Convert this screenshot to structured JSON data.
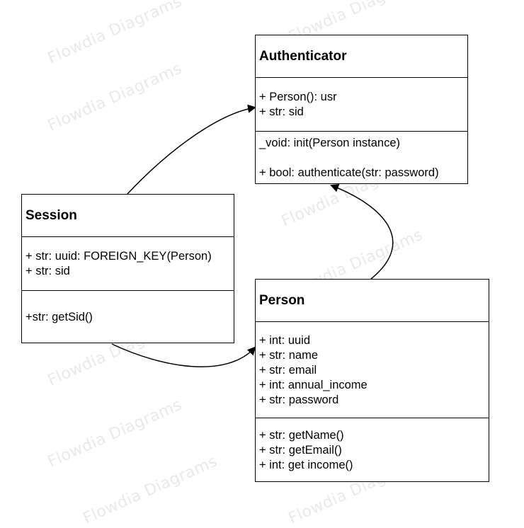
{
  "watermark_text": "Flowdia Diagrams",
  "classes": {
    "authenticator": {
      "name": "Authenticator",
      "attributes": [
        "+ Person(): usr",
        "+ str: sid"
      ],
      "methods": [
        "_void: init(Person instance)",
        "",
        "+ bool: authenticate(str: password)"
      ]
    },
    "session": {
      "name": "Session",
      "attributes": [
        "+ str: uuid: FOREIGN_KEY(Person)",
        "+ str: sid"
      ],
      "methods": [
        "+str: getSid()"
      ]
    },
    "person": {
      "name": "Person",
      "attributes": [
        "+ int: uuid",
        "+ str: name",
        "+ str: email",
        "+ int: annual_income",
        "+ str: password"
      ],
      "methods": [
        "+ str: getName()",
        "+ str: getEmail()",
        "+ int: get income()"
      ]
    }
  },
  "colors": {
    "line": "#000000",
    "background": "#ffffff",
    "watermark": "#e9e9e9"
  }
}
